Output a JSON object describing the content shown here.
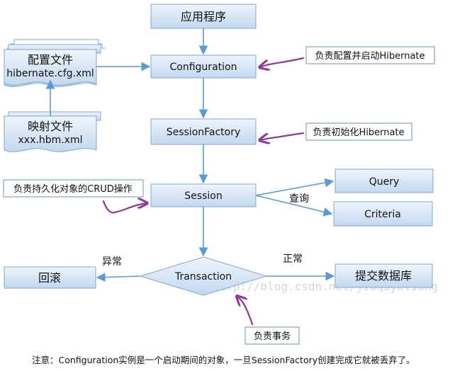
{
  "nodes": {
    "app": "应用程序",
    "configuration": "Configuration",
    "session_factory": "SessionFactory",
    "session": "Session",
    "query": "Query",
    "criteria": "Criteria",
    "transaction": "Transaction",
    "rollback": "回滚",
    "commit_db": "提交数据库"
  },
  "files": {
    "config": {
      "title": "配置文件",
      "name": "hibernate.cfg.xml"
    },
    "mapping": {
      "title": "映射文件",
      "name": "xxx.hbm.xml"
    }
  },
  "annotations": {
    "configuration": "负责配置并启动Hibernate",
    "session_factory": "负责初始化Hibernate",
    "session": "负责持久化对象的CRUD操作",
    "transaction": "负责事务"
  },
  "edge_labels": {
    "query": "查询",
    "error": "异常",
    "normal": "正常"
  },
  "watermark": "http://blog.csdn.net/jiuqiyuliang",
  "note": "注意：Configuration实例是一个启动期间的对象，一旦SessionFactory创建完成它就被丢弃了。",
  "colors": {
    "box_fill_top": "#eaf3fb",
    "box_fill_bottom": "#bcd4ec",
    "box_stroke": "#7fa8d0",
    "arrow": "#5a9bd5",
    "scribble": "#8e3a99"
  }
}
